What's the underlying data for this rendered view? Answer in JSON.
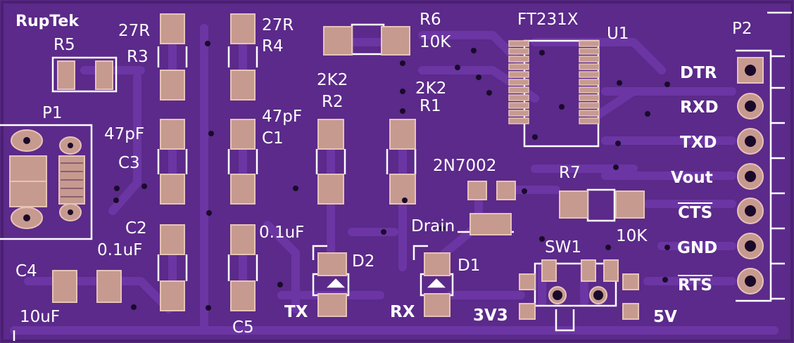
{
  "colors": {
    "board": "#5b2a8a",
    "board_edge": "#5a2a8d",
    "trace": "#6a35a0",
    "pad": "#c79a8f",
    "pad_edge": "#e6c3b7",
    "silk": "#ffffff",
    "via": "#1a0a2a"
  },
  "title": "RupTek",
  "components": {
    "r5": {
      "ref": "R5"
    },
    "r3": {
      "ref": "R3",
      "value": "27R"
    },
    "r4": {
      "ref": "R4",
      "value": "27R"
    },
    "r6": {
      "ref": "R6",
      "value": "10K"
    },
    "u1": {
      "ref": "U1",
      "value": "FT231X"
    },
    "p2": {
      "ref": "P2"
    },
    "p1": {
      "ref": "P1"
    },
    "c3": {
      "ref": "C3",
      "value": "47pF"
    },
    "c1": {
      "ref": "C1",
      "value": "47pF"
    },
    "r2": {
      "ref": "R2",
      "value": "2K2"
    },
    "r1": {
      "ref": "R1",
      "value": "2K2"
    },
    "q": {
      "value": "2N7002",
      "pin_label": "Drain"
    },
    "r7": {
      "ref": "R7",
      "value": "10K"
    },
    "c2": {
      "ref": "C2",
      "value": "0.1uF"
    },
    "c5": {
      "ref": "C5",
      "value": "0.1uF"
    },
    "c4": {
      "ref": "C4",
      "value": "10uF"
    },
    "d2": {
      "ref": "D2",
      "label": "TX"
    },
    "d1": {
      "ref": "D1",
      "label": "RX"
    },
    "sw1": {
      "ref": "SW1",
      "left_label": "3V3",
      "right_label": "5V"
    }
  },
  "header_pins": [
    "DTR",
    "RXD",
    "TXD",
    "Vout",
    "CTS",
    "GND",
    "RTS"
  ]
}
